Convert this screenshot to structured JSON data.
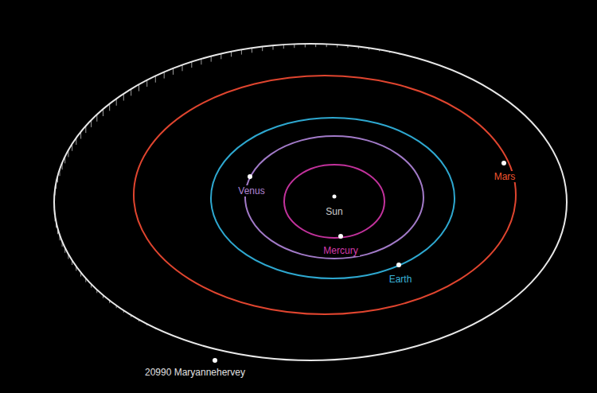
{
  "diagram": {
    "labels": [
      "Venus",
      "Sun",
      "Mars",
      "Mercury",
      "Earth",
      "20990 Maryannehervey"
    ]
  }
}
